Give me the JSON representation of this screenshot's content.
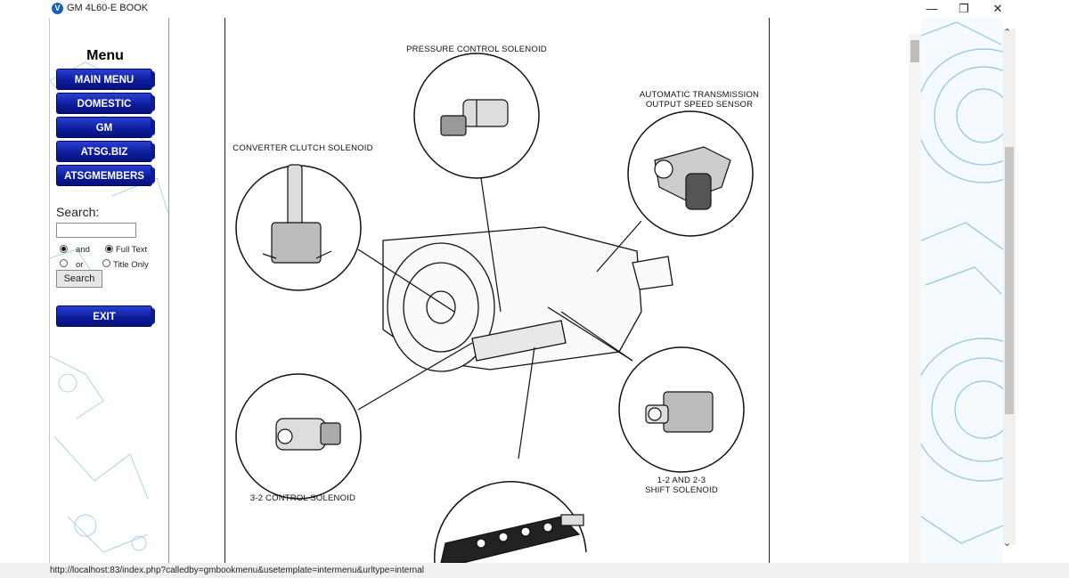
{
  "window": {
    "title": "GM 4L60-E BOOK",
    "app_icon": "app-logo-icon",
    "minimize": "—",
    "maximize": "❐",
    "close": "✕"
  },
  "sidebar": {
    "heading": "Menu",
    "buttons": [
      {
        "label": "MAIN MENU"
      },
      {
        "label": "DOMESTIC"
      },
      {
        "label": "GM"
      },
      {
        "label": "ATSG.BIZ"
      },
      {
        "label": "ATSGMEMBERS"
      }
    ],
    "search": {
      "label": "Search:",
      "value": "",
      "options": {
        "and": "and",
        "or": "or",
        "full_text": "Full Text",
        "title_only": "Title Only"
      },
      "selected_logic": "and",
      "selected_scope": "full_text",
      "button": "Search"
    },
    "exit": "EXIT"
  },
  "diagram": {
    "labels": {
      "pressure": "PRESSURE CONTROL SOLENOID",
      "speed_line1": "AUTOMATIC TRANSMISSION",
      "speed_line2": "OUTPUT SPEED SENSOR",
      "converter": "CONVERTER CLUTCH SOLENOID",
      "control32": "3-2 CONTROL SOLENOID",
      "shift_line1": "1-2 AND 2-3",
      "shift_line2": "SHIFT SOLENOID"
    }
  },
  "colors": {
    "menu_button": "#0b1a98",
    "background_art": "#8cc7dc"
  },
  "status": {
    "url": "http://localhost:83/index.php?calledby=gmbookmenu&usetemplate=intermenu&urltype=internal"
  }
}
